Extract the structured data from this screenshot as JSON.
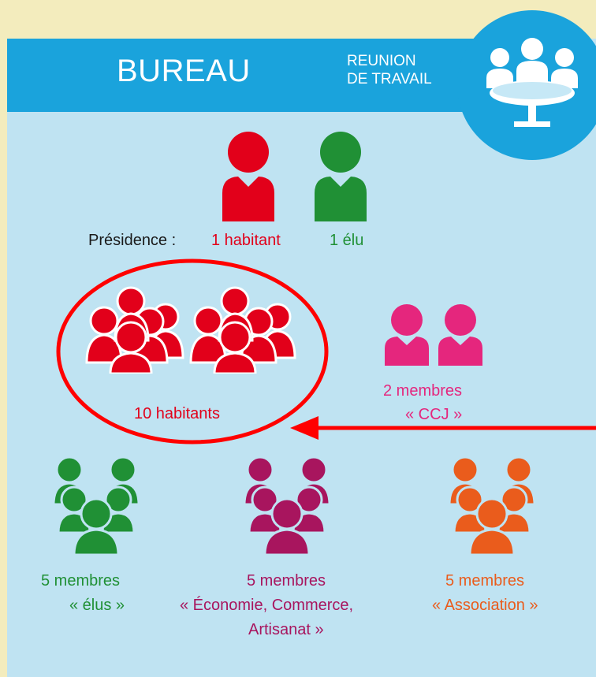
{
  "header": {
    "title": "BUREAU",
    "subtitle_line1": "REUNION",
    "subtitle_line2": "DE TRAVAIL",
    "icon": "meeting-table-icon"
  },
  "presidence": {
    "label": "Présidence :",
    "habitant": "1 habitant",
    "elu": "1 élu"
  },
  "groups": {
    "habitants": {
      "label": "10 habitants",
      "count": 10,
      "color": "#e2001a"
    },
    "ccj": {
      "line1": "2 membres",
      "line2": "« CCJ »",
      "count": 2,
      "color": "#e5267d"
    },
    "elus": {
      "line1": "5 membres",
      "line2": "« élus »",
      "count": 5,
      "color": "#209035"
    },
    "economie": {
      "line1": "5 membres",
      "line2": "« Économie, Commerce,",
      "line3": "Artisanat »",
      "count": 5,
      "color": "#a8155e"
    },
    "association": {
      "line1": "5 membres",
      "line2": "« Association »",
      "count": 5,
      "color": "#ea5c1c"
    }
  },
  "colors": {
    "background": "#f3ecbd",
    "panel": "#bfe3f2",
    "banner": "#1aa3dc",
    "annotation": "#ff0000"
  }
}
